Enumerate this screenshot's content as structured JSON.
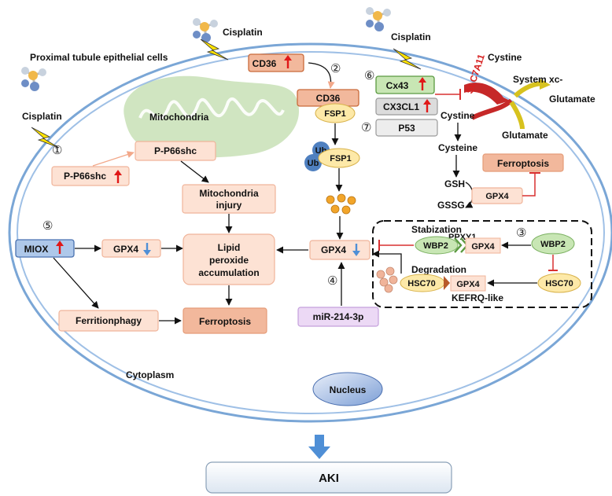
{
  "labels": {
    "cisplatin_1": "Cisplatin",
    "cisplatin_2": "Cisplatin",
    "cisplatin_3": "Cisplatin",
    "cell_type": "Proximal tubule epithelial cells",
    "mitochondria": "Mitochondria",
    "cytoplasm": "Cytoplasm",
    "nucleus": "Nucleus",
    "cystine_top": "Cystine",
    "system_xc": "System xc-",
    "glutamate_1": "Glutamate",
    "glutamate_2": "Glutamate",
    "slc7a11": "SLC7A11",
    "cystine_mid": "Cystine",
    "cysteine": "Cysteine",
    "gsh": "GSH",
    "gssg": "GSSG",
    "stabization": "Stabization",
    "ppxy1": "PPXY1",
    "degradation": "Degradation",
    "kefrq": "KEFRQ-like",
    "ub_1": "Ub",
    "ub_2": "Ub",
    "aki": "AKI"
  },
  "boxes": {
    "cd36_membrane": "CD36",
    "cd36": "CD36",
    "fsp1_a": "FSP1",
    "fsp1_b": "FSP1",
    "p_p66shc_mito": "P-P66shc",
    "p_p66shc": "P-P66shc",
    "mito_injury": "Mitochondria injury",
    "miox": "MIOX",
    "gpx4_left": "GPX4",
    "lipid": "Lipid peroxide accumulation",
    "gpx4_center": "GPX4",
    "ferritinophagy": "Ferritionphagy",
    "ferroptosis_main": "Ferroptosis",
    "mir": "miR-214-3p",
    "cx43": "Cx43",
    "cx3cl1": "CX3CL1",
    "p53": "P53",
    "ferroptosis_right": "Ferroptosis",
    "gpx4_gsh": "GPX4",
    "wbp2_left": "WBP2",
    "gpx4_wbp2": "GPX4",
    "wbp2_right": "WBP2",
    "hsc70_left": "HSC70",
    "gpx4_hsc70": "GPX4",
    "hsc70_right": "HSC70"
  },
  "markers": {
    "m1": "①",
    "m2": "②",
    "m3": "③",
    "m4": "④",
    "m5": "⑤",
    "m6": "⑥",
    "m7": "⑦"
  },
  "colors": {
    "membrane": "#7aa6d6",
    "peach_box": "#fde2d4",
    "peach_border": "#f0b49a",
    "salmon_box": "#f2b89c",
    "arrow_up": "#e01818",
    "arrow_down": "#4f8fd6",
    "inhibit": "#d93030",
    "mito": "#a9d08e",
    "yellow_box": "#fde9a8",
    "green_box": "#c8e6b4",
    "purple_box": "#ecd9f5",
    "blue_box": "#aec8ea",
    "gray_box": "#dcdcdc",
    "droplet": "#f2a52a"
  }
}
